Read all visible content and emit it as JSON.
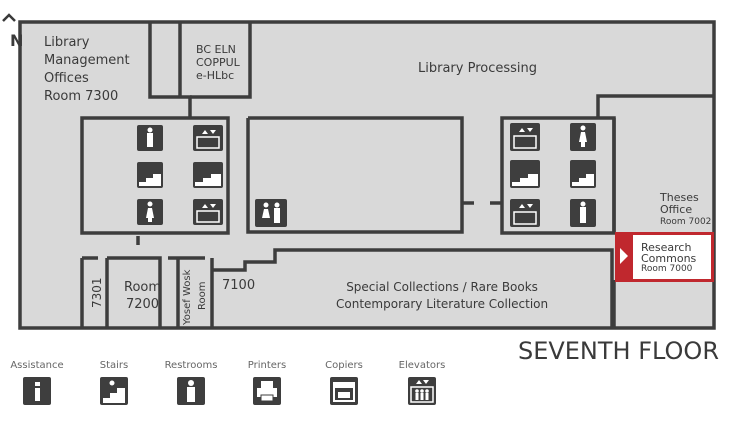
{
  "north": "N",
  "floor_title": "SEVENTH FLOOR",
  "rooms": {
    "management": [
      "Library",
      "Management",
      "Offices",
      "Room 7300"
    ],
    "bceln": [
      "BC ELN",
      "COPPUL",
      "e-HLbc"
    ],
    "processing": "Library Processing",
    "theses": [
      "Theses",
      "Office",
      "Room 7002"
    ],
    "research": [
      "Research",
      "Commons",
      "Room 7000"
    ],
    "room7301": "7301",
    "room7200": [
      "Room",
      "7200"
    ],
    "yosef": [
      "Yosef Wosk",
      "Room"
    ],
    "room7100": "7100",
    "special": [
      "Special Collections / Rare Books",
      "Contemporary Literature Collection"
    ]
  },
  "legend": [
    {
      "label": "Assistance",
      "icon": "info-icon"
    },
    {
      "label": "Stairs",
      "icon": "stairs-icon"
    },
    {
      "label": "Restrooms",
      "icon": "restroom-icon"
    },
    {
      "label": "Printers",
      "icon": "printer-icon"
    },
    {
      "label": "Copiers",
      "icon": "copier-icon"
    },
    {
      "label": "Elevators",
      "icon": "elevator-icon"
    }
  ],
  "colors": {
    "wall": "#3d3d3d",
    "floor": "#d9d9d9",
    "highlight": "#c0282e",
    "icon": "#3e3e3e"
  }
}
